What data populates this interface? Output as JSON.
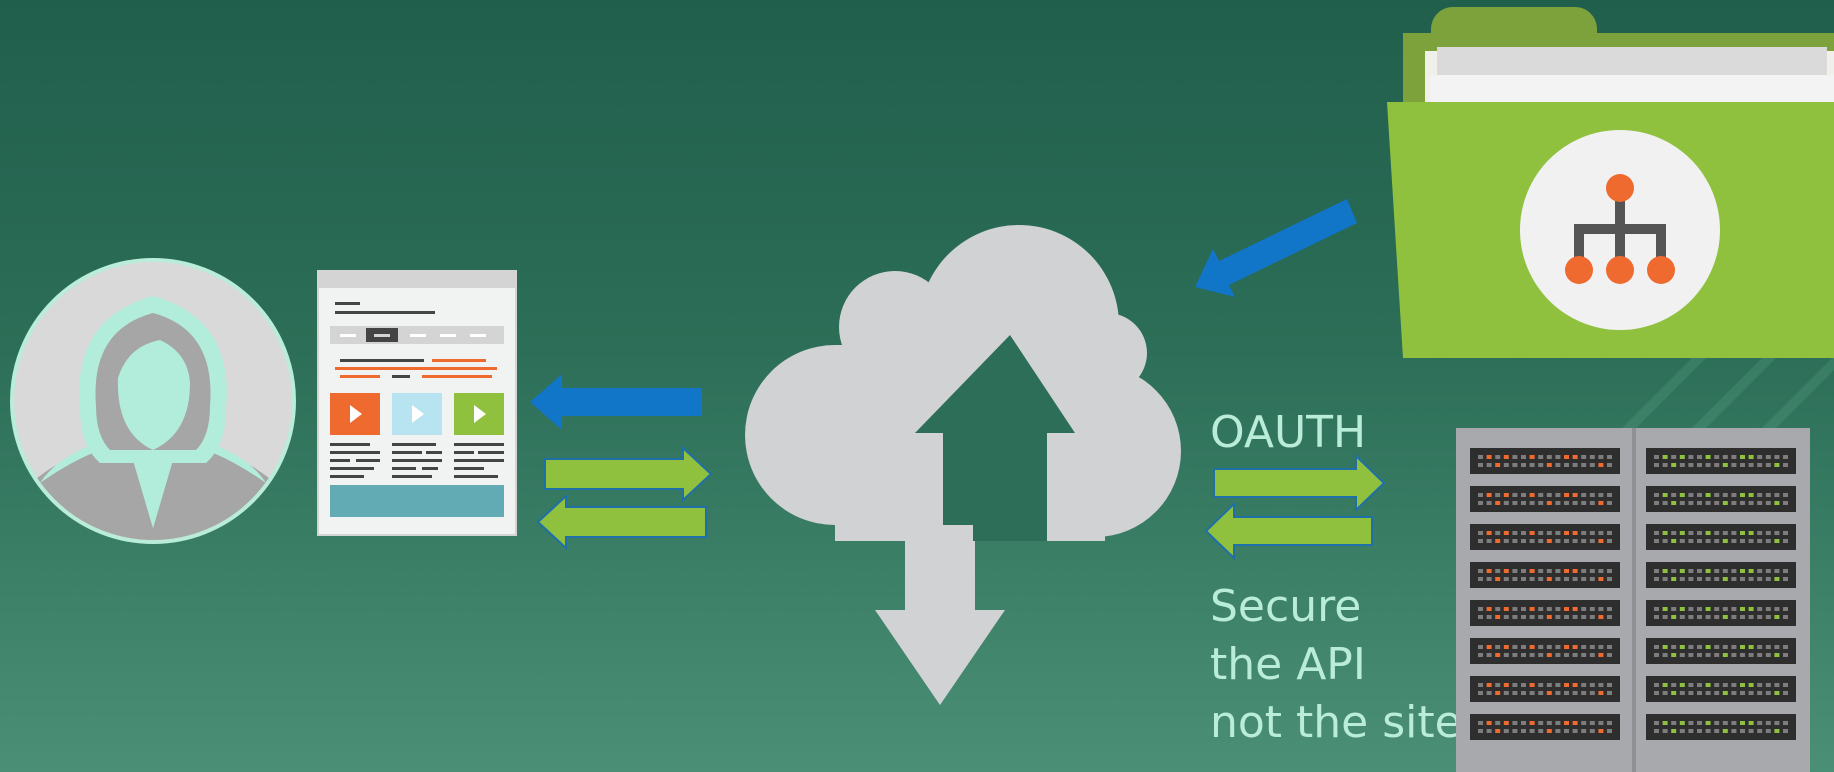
{
  "labels": {
    "protocol": "OAUTH",
    "note_line1": "Secure",
    "note_line2": "the API",
    "note_line3": "not the site"
  },
  "colors": {
    "background_top": "#205f4c",
    "background_bottom": "#4a8f76",
    "arrow_blue": "#1175c8",
    "arrow_green": "#8fc13f",
    "cloud_gray": "#d0d2d3",
    "folder_green": "#8fc13f",
    "org_orange": "#ef6a2f",
    "text_mint": "#b9ecd9"
  },
  "icons": {
    "user": "user-avatar-icon",
    "web_page": "web-page-icon",
    "cloud": "cloud-upload-download-icon",
    "folder": "org-chart-folder-icon",
    "server": "server-rack-icon"
  }
}
